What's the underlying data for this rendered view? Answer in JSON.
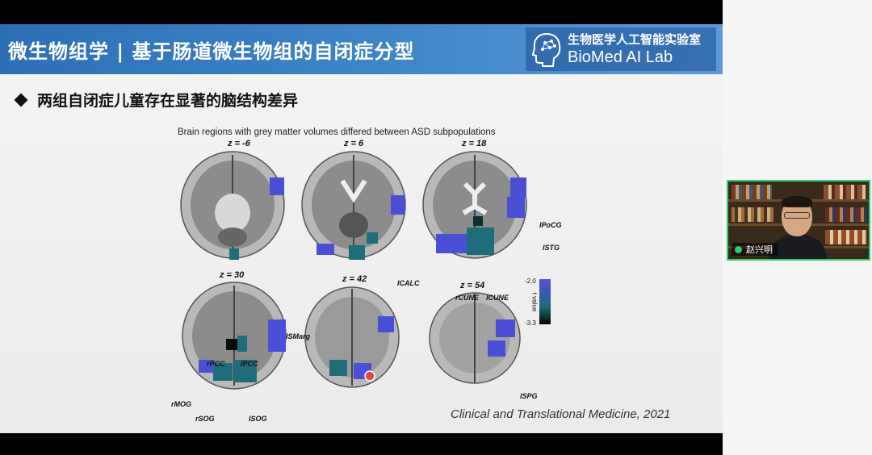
{
  "slide": {
    "title": "微生物组学 | 基于肠道微生物组的自闭症分型",
    "lab_logo": {
      "cn": "生物医学人工智能实验室",
      "en": "BioMed AI Lab"
    },
    "bullet": "两组自闭症儿童存在显著的脑结构差异",
    "figure": {
      "title": "Brain regions with grey matter volumes differed between ASD subpopulations",
      "slices": [
        "z = -6",
        "z = 6",
        "z = 18",
        "z = 30",
        "z = 42",
        "z = 54"
      ],
      "regions": {
        "lcalc": "lCALC",
        "lpocg": "lPoCG",
        "lstg": "lSTG",
        "rcune": "rCUNE",
        "lcune": "lCUNE",
        "lsmarg": "lSMarg",
        "rpcc": "rPCC",
        "lpcc": "lPCC",
        "rmog": "rMOG",
        "rsog": "rSOG",
        "lsog": "lSOG",
        "lspg": "lSPG"
      },
      "colorbar": {
        "max": "-2.0",
        "min": "-3.3",
        "label": "t value"
      }
    },
    "citation": "Clinical and Translational Medicine,  2021"
  },
  "video": {
    "participant_name": "赵兴明"
  },
  "colors": {
    "title_bar": "#3f86c9",
    "highlight_blue": "#4b4fd6",
    "highlight_teal": "#1f6d7a",
    "active_speaker": "#2ecc71"
  },
  "icons": [
    "brain-logo-icon",
    "diamond-bullet-icon",
    "mic-icon"
  ]
}
